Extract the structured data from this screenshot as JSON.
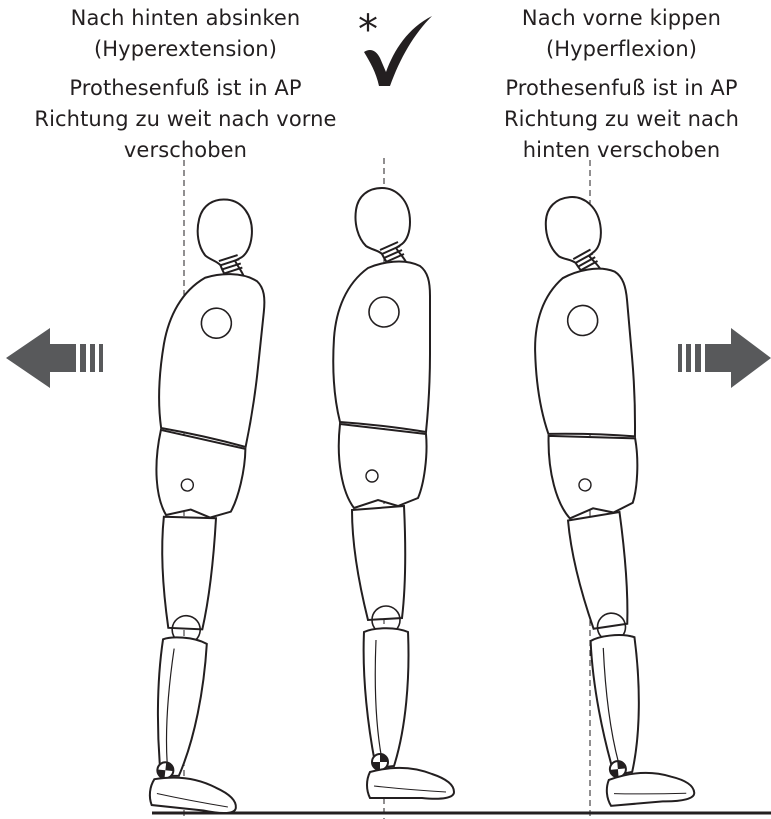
{
  "left_panel": {
    "title": "Nach hinten absinken",
    "subtitle": "(Hyperextension)",
    "note_lines": [
      "Prothesenfuß ist  in AP",
      "Richtung zu weit  nach vorne",
      "verschoben"
    ],
    "arrow_direction": "left"
  },
  "center_panel": {
    "star": "*",
    "check_icon": "checkmark-icon"
  },
  "right_panel": {
    "title": "Nach vorne kippen",
    "subtitle": "(Hyperflexion)",
    "note_lines": [
      "Prothesenfuß ist  in AP",
      "Richtung zu weit  nach",
      "hinten verschoben"
    ],
    "arrow_direction": "right"
  },
  "colors": {
    "ink": "#231f20",
    "arrow": "#58595b"
  }
}
